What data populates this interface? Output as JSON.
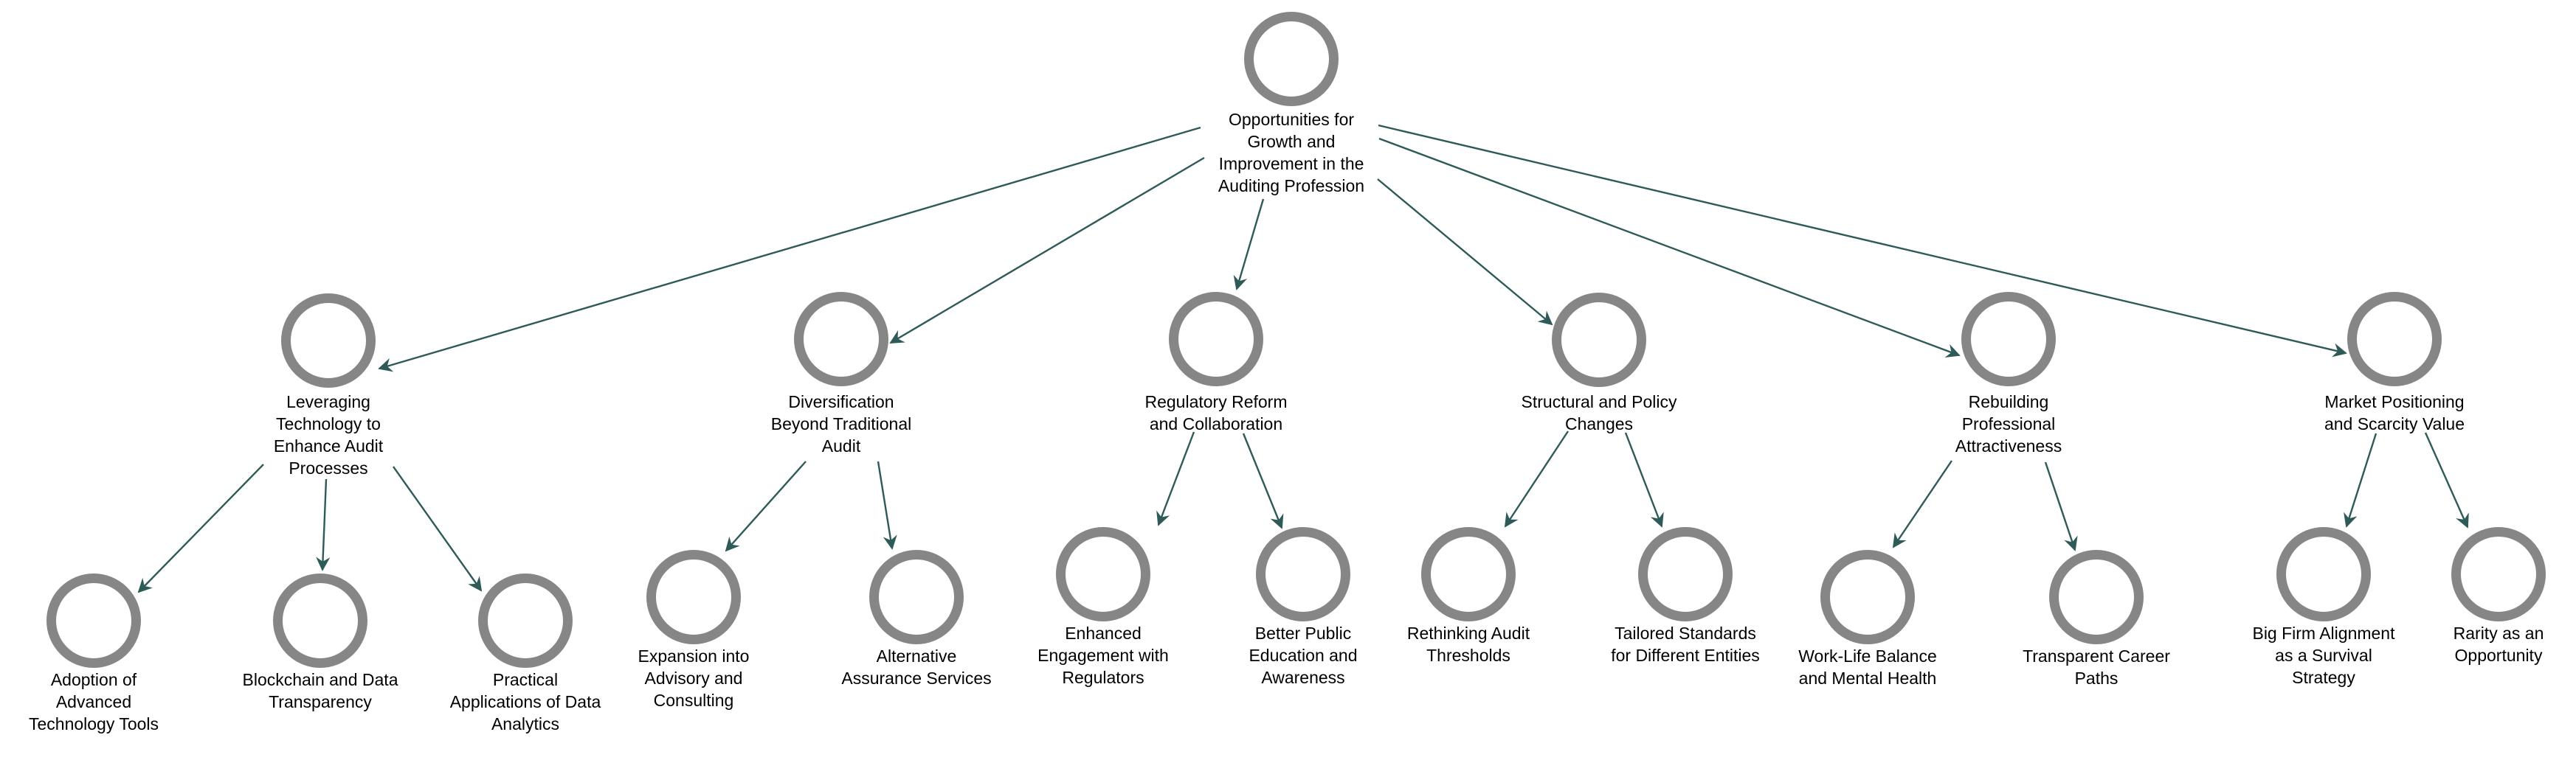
{
  "diagram": {
    "type": "mind-map-tree",
    "background_color": "#ffffff",
    "node_ring_color": "#868686",
    "edge_color": "#2e5a57",
    "text_color": "#000000"
  },
  "nodes": {
    "root": {
      "label": "Opportunities for\nGrowth and\nImprovement in the\nAuditing Profession"
    },
    "level2": [
      {
        "label": "Leveraging\nTechnology to\nEnhance Audit\nProcesses"
      },
      {
        "label": "Diversification\nBeyond Traditional\nAudit"
      },
      {
        "label": "Regulatory Reform\nand Collaboration"
      },
      {
        "label": "Structural and Policy\nChanges"
      },
      {
        "label": "Rebuilding\nProfessional\nAttractiveness"
      },
      {
        "label": "Market Positioning\nand Scarcity Value"
      }
    ],
    "level3": [
      {
        "label": "Adoption of\nAdvanced\nTechnology Tools"
      },
      {
        "label": "Blockchain and Data\nTransparency"
      },
      {
        "label": "Practical\nApplications of Data\nAnalytics"
      },
      {
        "label": "Expansion into\nAdvisory and\nConsulting"
      },
      {
        "label": "Alternative\nAssurance Services"
      },
      {
        "label": "Enhanced\nEngagement with\nRegulators"
      },
      {
        "label": "Better Public\nEducation and\nAwareness"
      },
      {
        "label": "Rethinking Audit\nThresholds"
      },
      {
        "label": "Tailored Standards\nfor Different Entities"
      },
      {
        "label": "Work-Life Balance\nand Mental Health"
      },
      {
        "label": "Transparent Career\nPaths"
      },
      {
        "label": "Big Firm Alignment\nas a Survival\nStrategy"
      },
      {
        "label": "Rarity as an\nOpportunity"
      }
    ]
  }
}
